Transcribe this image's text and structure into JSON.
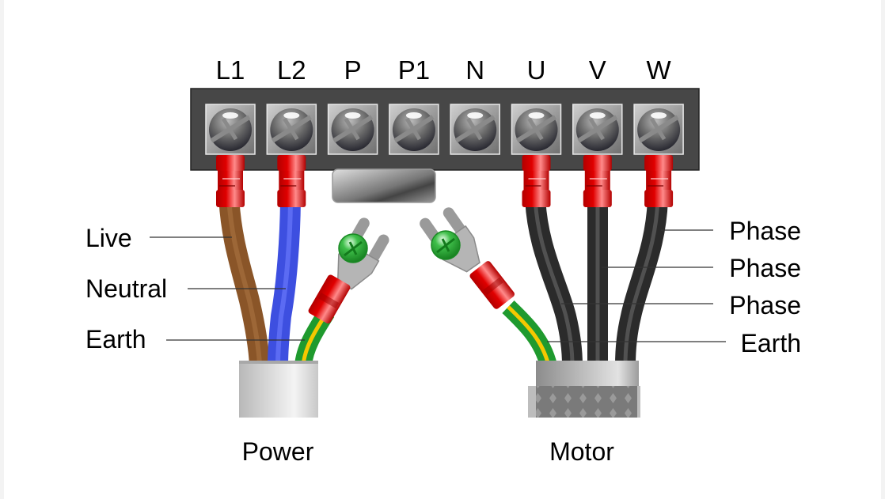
{
  "diagram": {
    "title": "",
    "terminals": [
      {
        "label": "L1",
        "connected": true,
        "wire_color": "#8a5528"
      },
      {
        "label": "L2",
        "connected": true,
        "wire_color": "#3d4fe0"
      },
      {
        "label": "P",
        "connected": false
      },
      {
        "label": "P1",
        "connected": false
      },
      {
        "label": "N",
        "connected": false
      },
      {
        "label": "U",
        "connected": true,
        "wire_color": "#2b2b2b"
      },
      {
        "label": "V",
        "connected": true,
        "wire_color": "#2b2b2b"
      },
      {
        "label": "W",
        "connected": true,
        "wire_color": "#2b2b2b"
      }
    ],
    "power_cable": {
      "label": "Power",
      "wires": [
        {
          "label": "Live"
        },
        {
          "label": "Neutral"
        },
        {
          "label": "Earth"
        }
      ]
    },
    "motor_cable": {
      "label": "Motor",
      "wires": [
        {
          "label": "Phase"
        },
        {
          "label": "Phase"
        },
        {
          "label": "Phase"
        },
        {
          "label": "Earth"
        }
      ]
    },
    "colors": {
      "terminal_block": "#474747",
      "ferrule_red": "#d10000",
      "earth_green": "#1f9a2e",
      "earth_yellow": "#f5c800",
      "earth_screw": "#2fae3c",
      "power_sheath": "#d9d9d9",
      "motor_braid": "#7c7c7c"
    }
  }
}
